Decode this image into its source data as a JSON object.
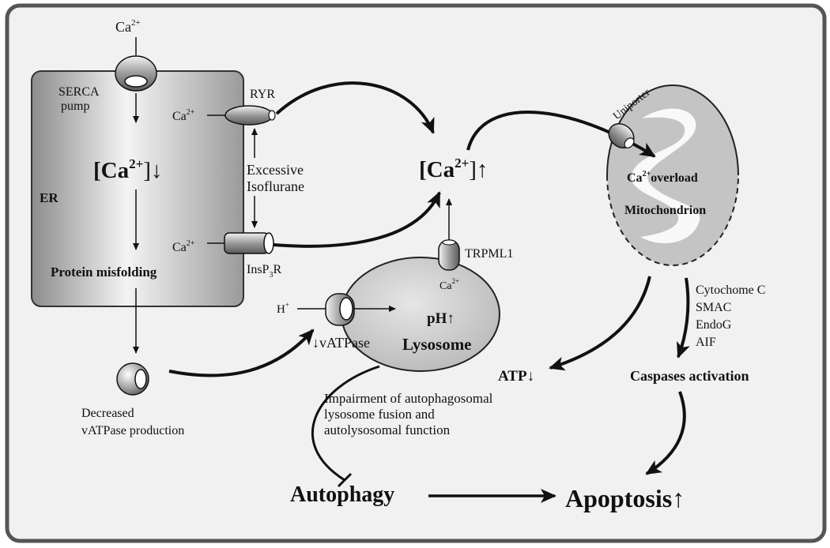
{
  "ca_top": {
    "base": "Ca",
    "sup": "2+"
  },
  "serca": {
    "line1": "SERCA",
    "line2": "pump"
  },
  "ryr": "RYR",
  "ca_ryr": {
    "base": "Ca",
    "sup": "2+"
  },
  "er": {
    "conc": {
      "open": "[Ca",
      "sup": "2+",
      "close": "]↓"
    },
    "label": "ER",
    "misfolding": "Protein misfolding"
  },
  "isoflurane": {
    "line1": "Excessive",
    "line2": "Isoflurane"
  },
  "ca_ip3": {
    "base": "Ca",
    "sup": "2+"
  },
  "insp3r": {
    "pre": "InsP",
    "sub": "3",
    "post": "R"
  },
  "cyto_ca": {
    "open": "[Ca",
    "sup": "2+",
    "close": "]↑"
  },
  "trpml1": "TRPML1",
  "lysosome": {
    "ca": {
      "base": "Ca",
      "sup": "2+"
    },
    "ph": "pH↑",
    "name": "Lysosome"
  },
  "vatpase": {
    "h": {
      "base": "H",
      "sup": "+"
    },
    "label": "↓vATPase"
  },
  "decreased": {
    "line1": "Decreased",
    "line2": "vATPase production"
  },
  "mito": {
    "uniporter": "Uniporter",
    "overload": {
      "pre": "Ca",
      "sup": "2+",
      "post": "overload"
    },
    "name": "Mitochondrion"
  },
  "release": [
    "Cytochome C",
    "SMAC",
    "EndoG",
    "AIF"
  ],
  "atp": "ATP↓",
  "caspases": "Caspases activation",
  "impairment": [
    "Impairment of autophagosomal",
    "lysosome fusion and",
    "autolysosomal function"
  ],
  "autophagy": "Autophagy",
  "apoptosis": "Apoptosis↑"
}
